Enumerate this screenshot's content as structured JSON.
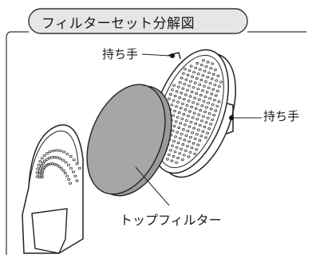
{
  "diagram": {
    "title": "フィルターセット分解図",
    "parts": {
      "handle_top": "持ち手",
      "handle_right": "持ち手",
      "top_filter": "トップフィルター"
    }
  }
}
